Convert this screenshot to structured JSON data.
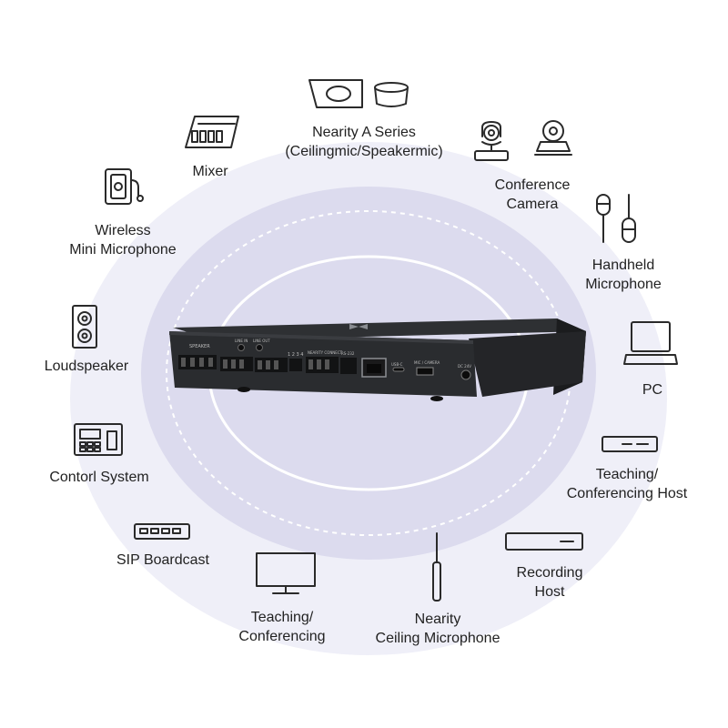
{
  "device": {
    "port_labels": {
      "speaker": "SPEAKER",
      "line_in": "LINE IN",
      "line_out": "LINE OUT",
      "channels": "1 2 3 4",
      "nearity_connect": "NEARITY CONNECT",
      "rs232": "RS-232",
      "usb_c": "USB-C",
      "mic_camera": "MIC / CAMERA",
      "dc": "DC 24V"
    }
  },
  "peripherals": [
    {
      "id": "nearity-a",
      "lines": [
        "Nearity A Series",
        "(Ceilingmic/Speakermic)"
      ]
    },
    {
      "id": "camera",
      "lines": [
        "Conference",
        "Camera"
      ]
    },
    {
      "id": "handheld",
      "lines": [
        "Handheld",
        "Microphone"
      ]
    },
    {
      "id": "pc",
      "lines": [
        "PC"
      ]
    },
    {
      "id": "teaching-host",
      "lines": [
        "Teaching/",
        "Conferencing Host"
      ]
    },
    {
      "id": "recording-host",
      "lines": [
        "Recording",
        "Host"
      ]
    },
    {
      "id": "ceiling-mic",
      "lines": [
        "Nearity",
        "Ceiling Microphone"
      ]
    },
    {
      "id": "teaching-display",
      "lines": [
        "Teaching/",
        "Conferencing"
      ]
    },
    {
      "id": "sip",
      "lines": [
        "SIP Boardcast"
      ]
    },
    {
      "id": "control",
      "lines": [
        "Contorl System"
      ]
    },
    {
      "id": "loudspeaker",
      "lines": [
        "Loudspeaker"
      ]
    },
    {
      "id": "wireless",
      "lines": [
        "Wireless",
        "Mini Microphone"
      ]
    },
    {
      "id": "mixer",
      "lines": [
        "Mixer"
      ]
    }
  ]
}
